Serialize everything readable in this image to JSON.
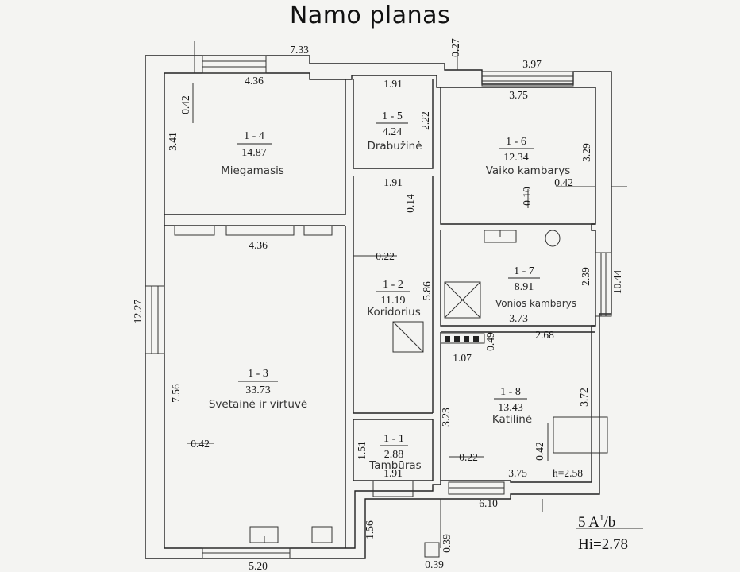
{
  "title": "Namo planas",
  "rooms": [
    {
      "id": "miegamasis",
      "code": "1 - 4",
      "area": "14.87",
      "name": "Miegamasis"
    },
    {
      "id": "drabuzine",
      "code": "1 - 5",
      "area": "4.24",
      "name": "Drabužinė"
    },
    {
      "id": "vaiko",
      "code": "1 - 6",
      "area": "12.34",
      "name": "Vaiko kambarys"
    },
    {
      "id": "koridorius",
      "code": "1 - 2",
      "area": "11.19",
      "name": "Koridorius"
    },
    {
      "id": "vonios",
      "code": "1 - 7",
      "area": "8.91",
      "name": "Vonios kambarys"
    },
    {
      "id": "svetaine",
      "code": "1 - 3",
      "area": "33.73",
      "name": "Svetainė ir virtuvė"
    },
    {
      "id": "katiline",
      "code": "1 - 8",
      "area": "13.43",
      "name": "Katilinė"
    },
    {
      "id": "tamburas",
      "code": "1 - 1",
      "area": "2.88",
      "name": "Tambūras"
    }
  ],
  "dimensions": [
    "7.33",
    "0.27",
    "3.97",
    "4.36",
    "1.91",
    "3.75",
    "0.42",
    "2.22",
    "3.41",
    "3.29",
    "1.91",
    "0.14",
    "0.10",
    "0.42",
    "4.36",
    "0.22",
    "5.86",
    "2.39",
    "10.44",
    "12.27",
    "3.73",
    "2.68",
    "0.49",
    "1.07",
    "7.56",
    "3.72",
    "3.23",
    "0.42",
    "1.51",
    "0.22",
    "0.42",
    "1.91",
    "3.75",
    "h=2.58",
    "6.10",
    "1.56",
    "0.39",
    "0.39",
    "5.20"
  ],
  "stamp": {
    "line1": "5 A",
    "sup": "1",
    "line1_tail": "/b",
    "line2": "Hi=2.78"
  }
}
